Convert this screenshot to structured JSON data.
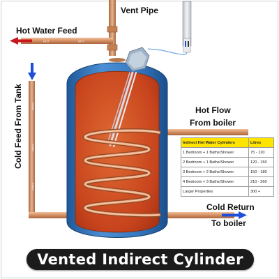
{
  "labels": {
    "vent_pipe": "Vent Pipe",
    "hot_water_feed": "Hot Water Feed",
    "cold_feed_from_tank": "Cold Feed From Tank",
    "hot_flow_line1": "Hot Flow",
    "hot_flow_line2": "From boiler",
    "cold_return_line1": "Cold Return",
    "cold_return_line2": "To boiler",
    "pipe_tag_hot": "HOT",
    "pipe_tag_cold": "COLD"
  },
  "size_table": {
    "headers": [
      "Indirect Hot Water Cylinders",
      "Litres"
    ],
    "rows": [
      [
        "1 Bedroom + 1 Baths/Shower",
        "75 - 120"
      ],
      [
        "2 Bedroom + 1 Baths/Shower",
        "120 - 150"
      ],
      [
        "3 Bedroom + 2 Baths/Shower",
        "150 - 180"
      ],
      [
        "4 Bedroom + 3 Baths/Shower",
        "210 - 260"
      ],
      [
        "Larger Properties",
        "300 +"
      ]
    ]
  },
  "title": "Vented Indirect Cylinder",
  "colors": {
    "tank_blue": "#2f6fb4",
    "tank_interior": "#c9461f",
    "copper_pipe": "#d38f62",
    "coil": "#e7a27c",
    "hot_arrow": "#c8161d",
    "cold_arrow": "#1f4fd8",
    "table_header": "#ffe400",
    "title_bar": "#1b1b1b"
  }
}
